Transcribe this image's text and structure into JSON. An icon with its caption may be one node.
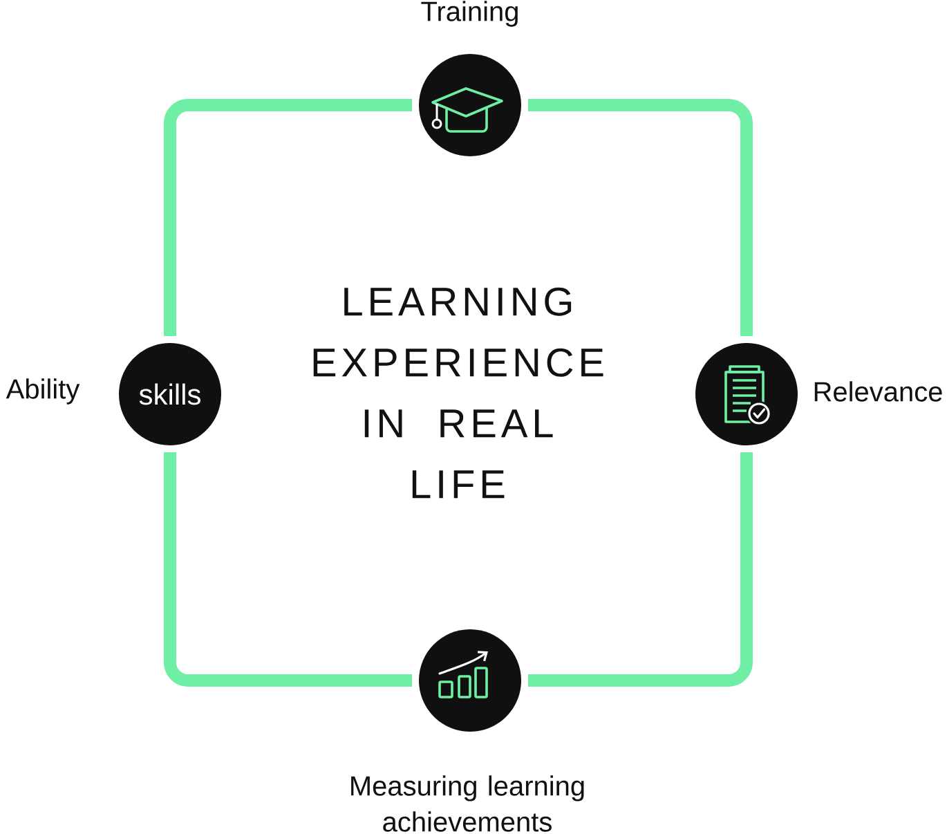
{
  "diagram": {
    "nodes": [
      {
        "text": [],
        "shape": "circle",
        "beside": [
          "Training"
        ]
      },
      {
        "text": [
          "skills"
        ],
        "beside": [
          "Ability"
        ]
      },
      {
        "text": [],
        "shape": "circle",
        "beside": [
          "Relevance"
        ]
      },
      {
        "text": [],
        "shape": "circle",
        "beside": [
          "Measuring learning achievements"
        ]
      }
    ],
    "edges": [
      {
        "from": 0,
        "to": 2,
        "arrow": "none"
      },
      {
        "from": 2,
        "to": 3,
        "arrow": "none"
      },
      {
        "from": 3,
        "to": 1,
        "arrow": "none"
      },
      {
        "from": 1,
        "to": 0,
        "arrow": "none"
      }
    ],
    "labels": [
      "LEARNING EXPERIENCE IN REAL LIFE"
    ]
  }
}
